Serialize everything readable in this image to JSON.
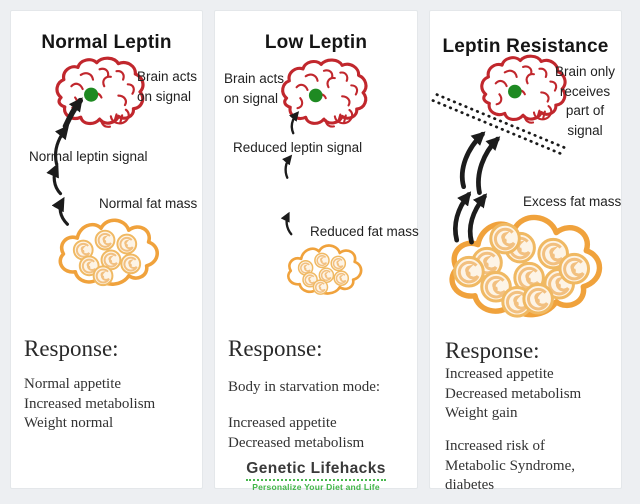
{
  "colors": {
    "background": "#edeff2",
    "panel": "#ffffff",
    "brain_red": "#c1272d",
    "hypothalamus_green": "#1e8a22",
    "fat_orange": "#f0a23c",
    "fat_cell_orange": "#f2c080",
    "arrow_black": "#1c1c1c",
    "logo_dark": "#3a3a3a",
    "logo_green": "#43b649"
  },
  "panels": [
    {
      "title": "Normal Leptin",
      "brain_label_lines": [
        "Brain acts",
        "on signal"
      ],
      "signal_label": "Normal leptin signal",
      "fat_label": "Normal fat mass",
      "response_heading": "Response:",
      "response_lines": [
        "Normal appetite",
        "Increased metabolism",
        "Weight normal"
      ]
    },
    {
      "title": "Low Leptin",
      "brain_label_lines": [
        "Brain acts",
        "on signal"
      ],
      "signal_label": "Reduced leptin signal",
      "fat_label": "Reduced fat mass",
      "response_heading": "Response:",
      "response_intro": "Body in starvation mode:",
      "response_lines": [
        "Increased appetite",
        "Decreased metabolism"
      ]
    },
    {
      "title": "Leptin Resistance",
      "brain_label_lines": [
        "Brain only",
        "receives",
        "part of",
        "signal"
      ],
      "fat_label": "Excess fat mass",
      "response_heading": "Response:",
      "response_lines": [
        "Increased appetite",
        "Decreased metabolism",
        "Weight gain"
      ],
      "response_lines_2": [
        "Increased risk of",
        "Metabolic Syndrome,",
        "diabetes"
      ]
    }
  ],
  "logo": {
    "name": "Genetic Lifehacks",
    "tagline": "Personalize Your Diet and Life"
  }
}
